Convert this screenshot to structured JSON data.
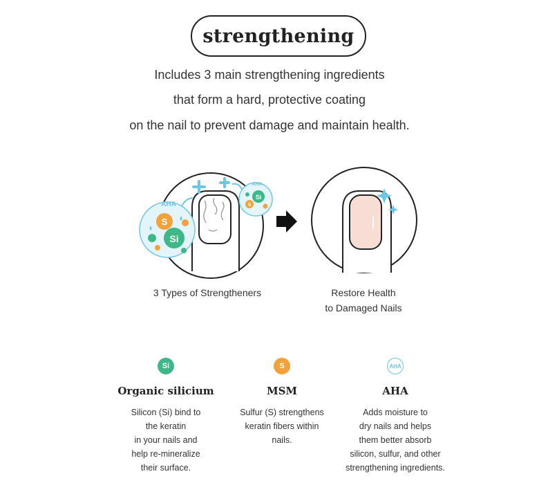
{
  "header": {
    "title": "strengthening"
  },
  "intro": {
    "lines": [
      "Includes 3 main strengthening ingredients",
      "that form a hard, protective coating",
      "on the nail to prevent damage and maintain health."
    ]
  },
  "illustration": {
    "before_caption": "3 Types of Strengtheners",
    "after_caption_lines": [
      "Restore Health",
      "to Damaged Nails"
    ],
    "molecule_labels": {
      "aha": "AHA",
      "sulfur": "S",
      "silicon": "Si"
    },
    "colors": {
      "silicon": "#3fb889",
      "sulfur": "#f2a23a",
      "aha": "#6ec6e6",
      "nail_pink": "#f7ddd4"
    }
  },
  "ingredients": [
    {
      "badge": "Si",
      "badge_color": "#3fb889",
      "name": "Organic silicium",
      "desc_lines": [
        "Silicon (Si) bind to",
        "the keratin",
        "in your nails and",
        "help re-mineralize",
        "their surface."
      ]
    },
    {
      "badge": "S",
      "badge_color": "#f2a23a",
      "name": "MSM",
      "desc_lines": [
        "Sulfur (S) strengthens",
        "keratin fibers within",
        "nails."
      ]
    },
    {
      "badge": "AHA",
      "badge_color": "#6ec6e6",
      "name": "AHA",
      "desc_lines": [
        "Adds moisture to",
        "dry nails and helps",
        "them better absorb",
        "silicon, sulfur, and other",
        "strengthening ingredients."
      ]
    }
  ]
}
